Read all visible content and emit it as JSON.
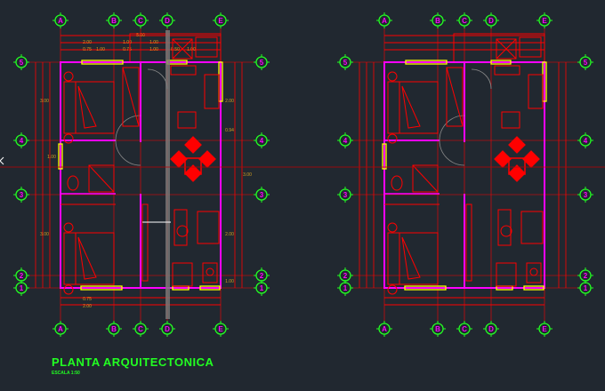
{
  "title": "PLANTA ARQUITECTONICA",
  "scale": "ESCALA 1:50",
  "axes_columns": [
    "A",
    "B",
    "C",
    "D",
    "E"
  ],
  "axes_rows": [
    "5",
    "4",
    "3",
    "2",
    "1"
  ],
  "dimensions_top": [
    "2.00",
    "1.00",
    "1.00",
    "2.00",
    "0.75",
    "1.00",
    "0.75",
    "1.00",
    "0.50",
    "1.00",
    "5.00"
  ],
  "dimensions_side": [
    "3.00",
    "3.00",
    "2.00",
    "0.94",
    "1.00",
    "3.00",
    "2.00",
    "1.00"
  ],
  "colors": {
    "background": "#212830",
    "wall": "#ff00ff",
    "line": "#ff0000",
    "window": "#ffff00",
    "axis": "#22ff22",
    "text": "#22ff22"
  }
}
